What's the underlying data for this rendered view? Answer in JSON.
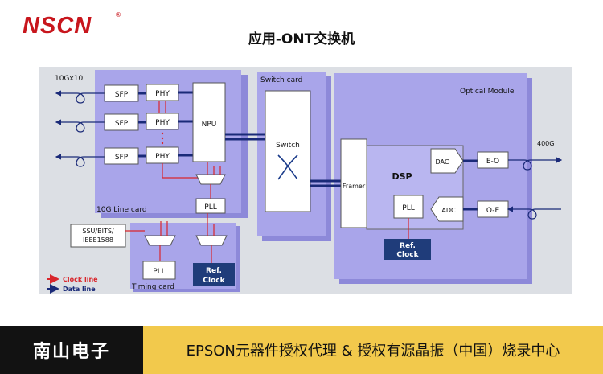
{
  "header": {
    "logo": "NSCN",
    "logo_mark": "®",
    "title": "应用-ONT交换机"
  },
  "diagram": {
    "port_group_label": "10Gx10",
    "line_card_label": "10G Line card",
    "switch_card_label": "Switch card",
    "optical_module_label": "Optical Module",
    "timing_card_label": "Timing card",
    "sfp_labels": [
      "SFP",
      "SFP",
      "SFP"
    ],
    "phy_labels": [
      "PHY",
      "PHY",
      "PHY"
    ],
    "npu_label": "NPU",
    "line_pll_label": "PLL",
    "switch_label": "Switch",
    "framer_label": "Framer",
    "dsp_label": "DSP",
    "dsp_pll_label": "PLL",
    "dac_label": "DAC",
    "adc_label": "ADC",
    "eo_label": "E-O",
    "oe_label": "O-E",
    "rate_label": "400G",
    "ssu_lines": [
      "SSU/BITS/",
      "IEEE1588"
    ],
    "timing_pll_label": "PLL",
    "ref_clock_lines": [
      "Ref.",
      "Clock"
    ],
    "ref_clock_timing_lines": [
      "Ref.",
      "Clock"
    ],
    "legend": {
      "clock_line": "Clock line",
      "data_line": "Data line"
    },
    "colors": {
      "card_fill": "#a9a5ea",
      "card_shadow": "#8d89d9",
      "area_fill": "#dcdfe4",
      "clock_line": "#d9262c",
      "data_line": "#1a2a78",
      "ref_clock_fill": "#1f3c7a"
    }
  },
  "footer": {
    "company": "南山电子",
    "slogan": "EPSON元器件授权代理 & 授权有源晶振（中国）烧录中心"
  }
}
